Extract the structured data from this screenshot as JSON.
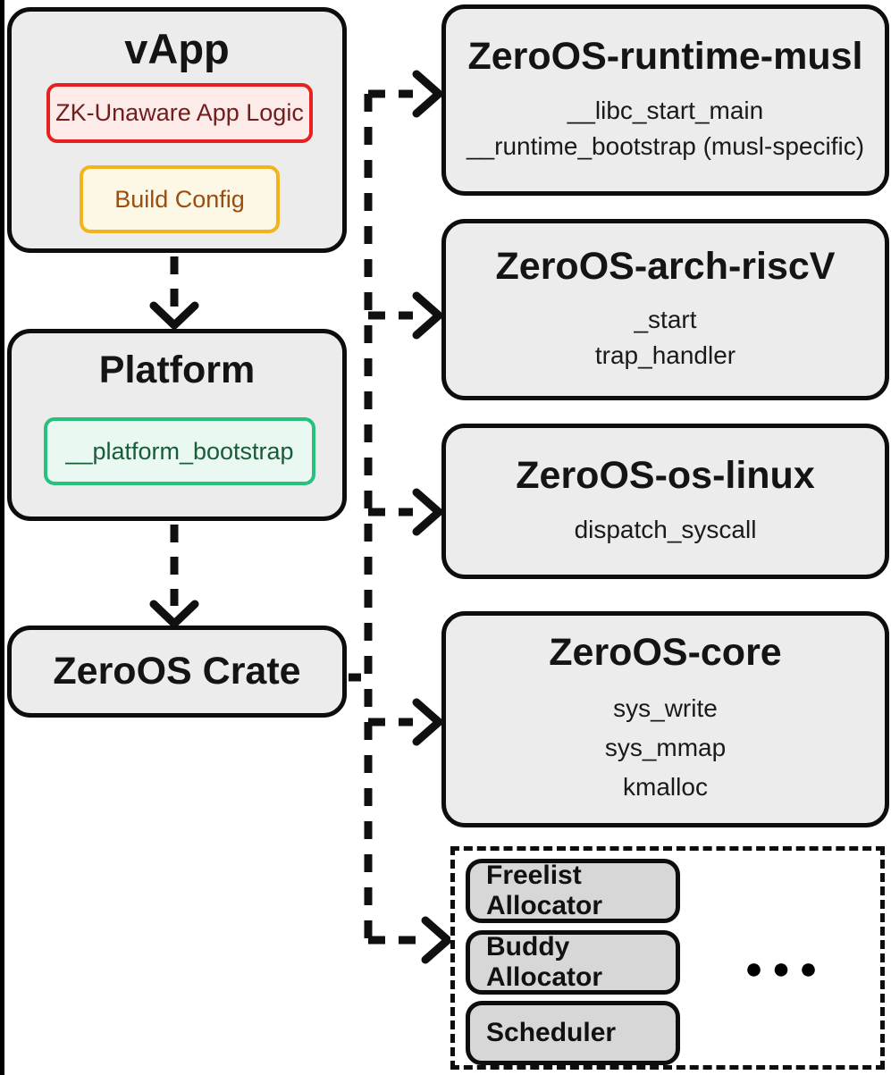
{
  "diagram": {
    "left": {
      "vapp": {
        "title": "vApp",
        "chips": [
          {
            "label": "ZK-Unaware App Logic"
          },
          {
            "label": "Build Config"
          }
        ]
      },
      "platform": {
        "title": "Platform",
        "chips": [
          {
            "label": "__platform_bootstrap"
          }
        ]
      },
      "crate": {
        "title": "ZeroOS Crate"
      }
    },
    "right": {
      "nodes": [
        {
          "title": "ZeroOS-runtime-musl",
          "lines": [
            "__libc_start_main",
            "__runtime_bootstrap (musl-specific)"
          ]
        },
        {
          "title": "ZeroOS-arch-riscV",
          "lines": [
            "_start",
            "trap_handler"
          ]
        },
        {
          "title": "ZeroOS-os-linux",
          "lines": [
            "dispatch_syscall"
          ]
        },
        {
          "title": "ZeroOS-core",
          "lines": [
            "sys_write",
            "sys_mmap",
            "kmalloc"
          ]
        }
      ],
      "modules_group": {
        "items": [
          "Freelist Allocator",
          "Buddy Allocator",
          "Scheduler"
        ],
        "ellipsis": "●●●"
      }
    },
    "colors": {
      "node_fill": "#ececec",
      "node_border": "#0d0d0d",
      "module_fill": "#d7d7d7",
      "chip_red_border": "#e62120",
      "chip_red_fill": "#fcebe9",
      "chip_red_text": "#701d1b",
      "chip_yellow_border": "#f2b31c",
      "chip_yellow_fill": "#fdf8e6",
      "chip_yellow_text": "#9a4e0e",
      "chip_green_border": "#27c07d",
      "chip_green_fill": "#e9f9f1",
      "chip_green_text": "#185c37",
      "arrow": "#101010"
    }
  }
}
